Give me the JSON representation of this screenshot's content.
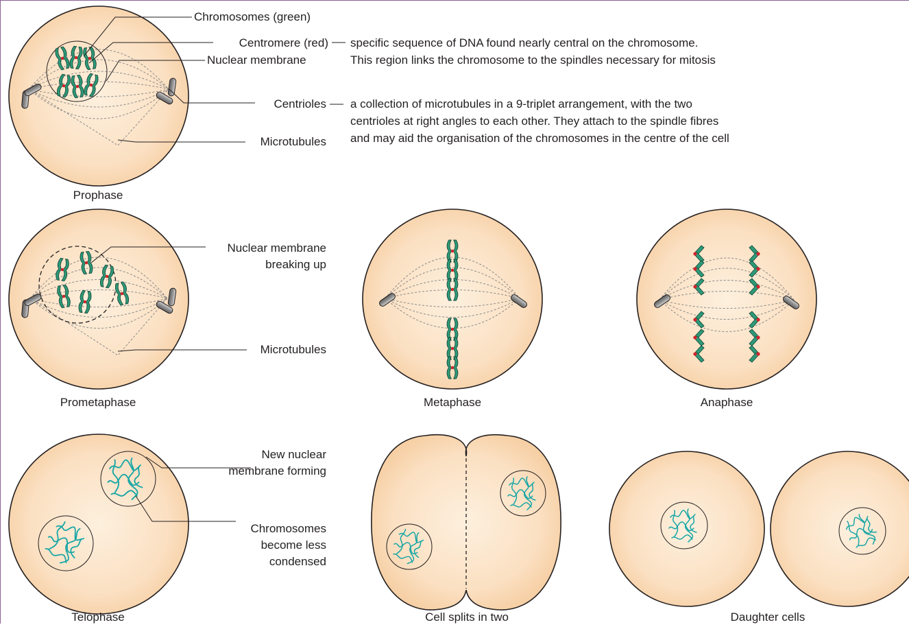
{
  "colors": {
    "cell_fill": "#fbe0c2",
    "cell_stroke": "#231f20",
    "chromosome": "#2e9a78",
    "centromere": "#d2232a",
    "decondensed_chromosome": "#17a6a6",
    "frame": "#8f6c97"
  },
  "stages": {
    "prophase": "Prophase",
    "prometaphase": "Prometaphase",
    "metaphase": "Metaphase",
    "anaphase": "Anaphase",
    "telophase": "Telophase",
    "cytokinesis": "Cell splits in two",
    "daughter": "Daughter cells"
  },
  "prophase_labels": {
    "chromosomes": "Chromosomes (green)",
    "centromere": "Centromere (red)",
    "nuclear_membrane": "Nuclear membrane",
    "centrioles": "Centrioles",
    "microtubules": "Microtubules"
  },
  "descriptions": {
    "centromere": [
      "specific sequence of DNA found nearly central on the chromosome.",
      "This region links the chromosome to the spindles necessary for mitosis"
    ],
    "centrioles": [
      "a collection of microtubules in a 9-triplet arrangement, with the two",
      "centrioles at right angles to each other. They attach to the spindle fibres",
      "and may aid the organisation of the chromosomes in the centre of the cell"
    ]
  },
  "prometaphase_labels": {
    "nuclear_membrane_breaking": [
      "Nuclear membrane",
      "breaking up"
    ],
    "microtubules": "Microtubules"
  },
  "telophase_labels": {
    "new_membrane": [
      "New nuclear",
      "membrane forming"
    ],
    "chromosomes_less_condensed": [
      "Chromosomes",
      "become less",
      "condensed"
    ]
  }
}
